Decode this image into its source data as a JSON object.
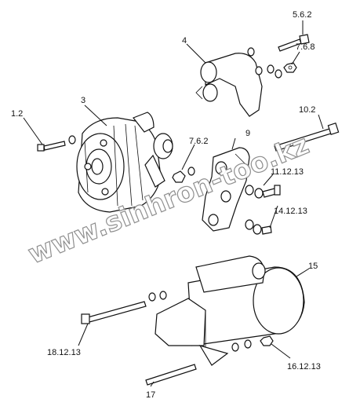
{
  "callouts": {
    "c_5_6_2": "5.6.2",
    "c_4": "4",
    "c_7_6_8": "7.6.8",
    "c_1_2": "1.2",
    "c_3": "3",
    "c_10_2": "10.2",
    "c_7_6_2": "7.6.2",
    "c_9": "9",
    "c_11_12_13": "11.12.13",
    "c_14_12_13": "14.12.13",
    "c_15": "15",
    "c_18_12_13": "18.12.13",
    "c_16_12_13": "16.12.13",
    "c_17": "17"
  },
  "watermark": "www.sinhron-too.kz"
}
